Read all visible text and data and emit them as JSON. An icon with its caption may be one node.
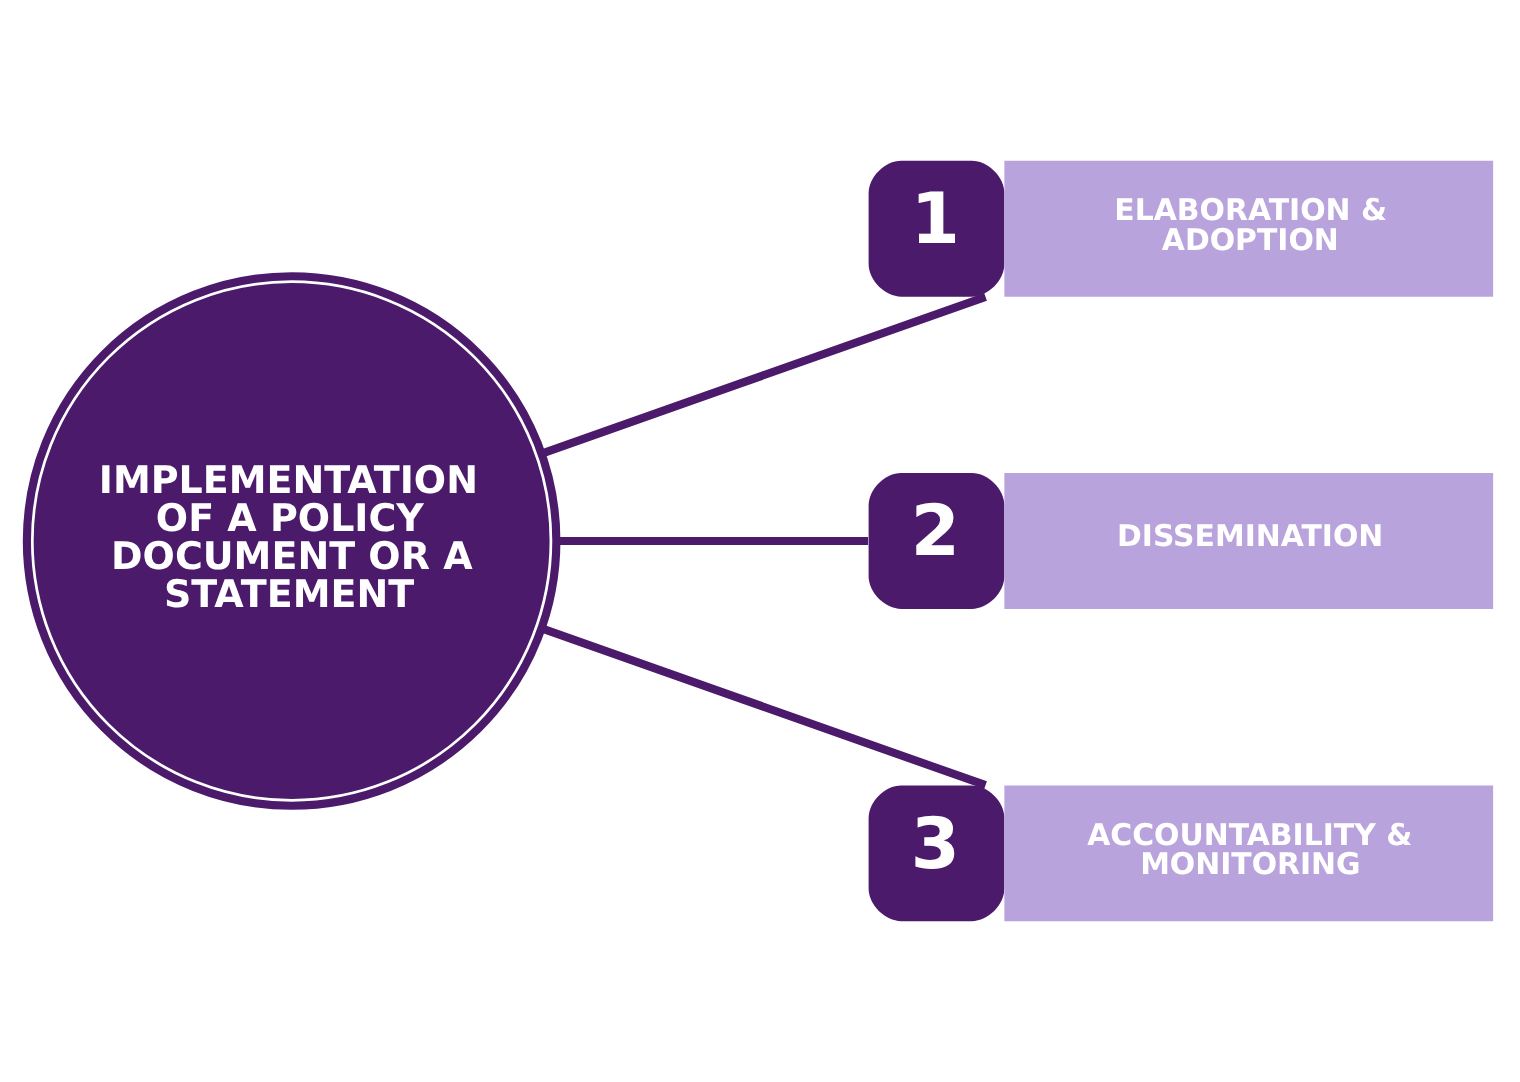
{
  "diagram": {
    "nodes": [
      {
        "text": [
          "IMPLEMENTATION OF A POLICY DOCUMENT OR A STATEMENT"
        ]
      },
      {
        "text": [
          "1",
          "ELABORATION & ADOPTION"
        ]
      },
      {
        "text": [
          "2",
          "DISSEMINATION"
        ]
      },
      {
        "text": [
          "3",
          "ACCOUNTABILITY & MONITORING"
        ]
      }
    ],
    "edges": [
      {
        "from": 0,
        "to": 1,
        "arrow": "none"
      },
      {
        "from": 0,
        "to": 2,
        "arrow": "none"
      },
      {
        "from": 0,
        "to": 3,
        "arrow": "none"
      }
    ]
  }
}
